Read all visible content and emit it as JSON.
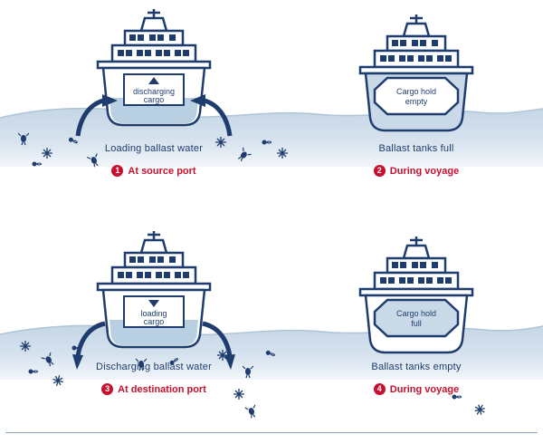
{
  "colors": {
    "navy": "#1e3c6e",
    "red": "#c8102e",
    "water_light": "#eff4f9",
    "water_mid": "#c6d6e6",
    "ballast_fill": "#b9cfe2"
  },
  "panels": [
    {
      "num": "1",
      "hold_line1": "discharging",
      "hold_line2": "cargo",
      "caption": "Loading ballast water",
      "stage": "At source port"
    },
    {
      "num": "2",
      "hold_line1": "Cargo hold",
      "hold_line2": "empty",
      "caption": "Ballast tanks full",
      "stage": "During voyage"
    },
    {
      "num": "3",
      "hold_line1": "loading",
      "hold_line2": "cargo",
      "caption": "Discharging ballast water",
      "stage": "At destination port"
    },
    {
      "num": "4",
      "hold_line1": "Cargo hold",
      "hold_line2": "full",
      "caption": "Ballast tanks empty",
      "stage": "During voyage"
    }
  ]
}
